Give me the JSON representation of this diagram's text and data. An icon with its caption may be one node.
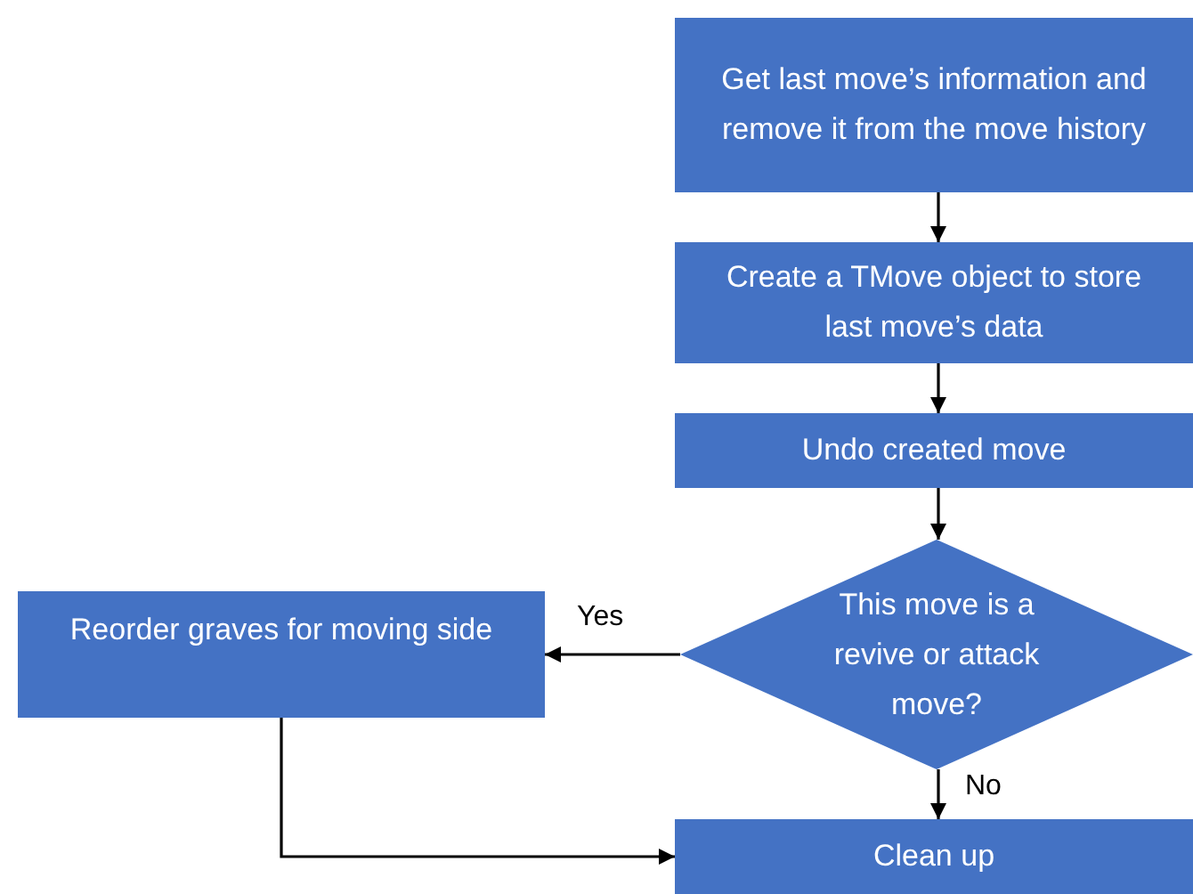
{
  "diagram": {
    "nodes": [
      {
        "text": [
          "Get last move’s information and remove it from the move history"
        ]
      },
      {
        "text": [
          "Create a TMove object to store last move’s data"
        ]
      },
      {
        "text": [
          "Undo created move"
        ]
      },
      {
        "text": [
          "This move is a revive or attack move?"
        ]
      },
      {
        "text": [
          "Reorder graves for moving side"
        ]
      },
      {
        "text": [
          "Clean up"
        ]
      }
    ],
    "edges": [
      {
        "from": 0,
        "to": 1,
        "arrow": "to"
      },
      {
        "from": 1,
        "to": 2,
        "arrow": "to"
      },
      {
        "from": 2,
        "to": 3,
        "arrow": "to"
      },
      {
        "from": 3,
        "to": 4,
        "arrow": "to",
        "label": "Yes"
      },
      {
        "from": 3,
        "to": 5,
        "arrow": "to",
        "label": "No"
      },
      {
        "from": 4,
        "to": 5,
        "arrow": "to"
      }
    ]
  }
}
